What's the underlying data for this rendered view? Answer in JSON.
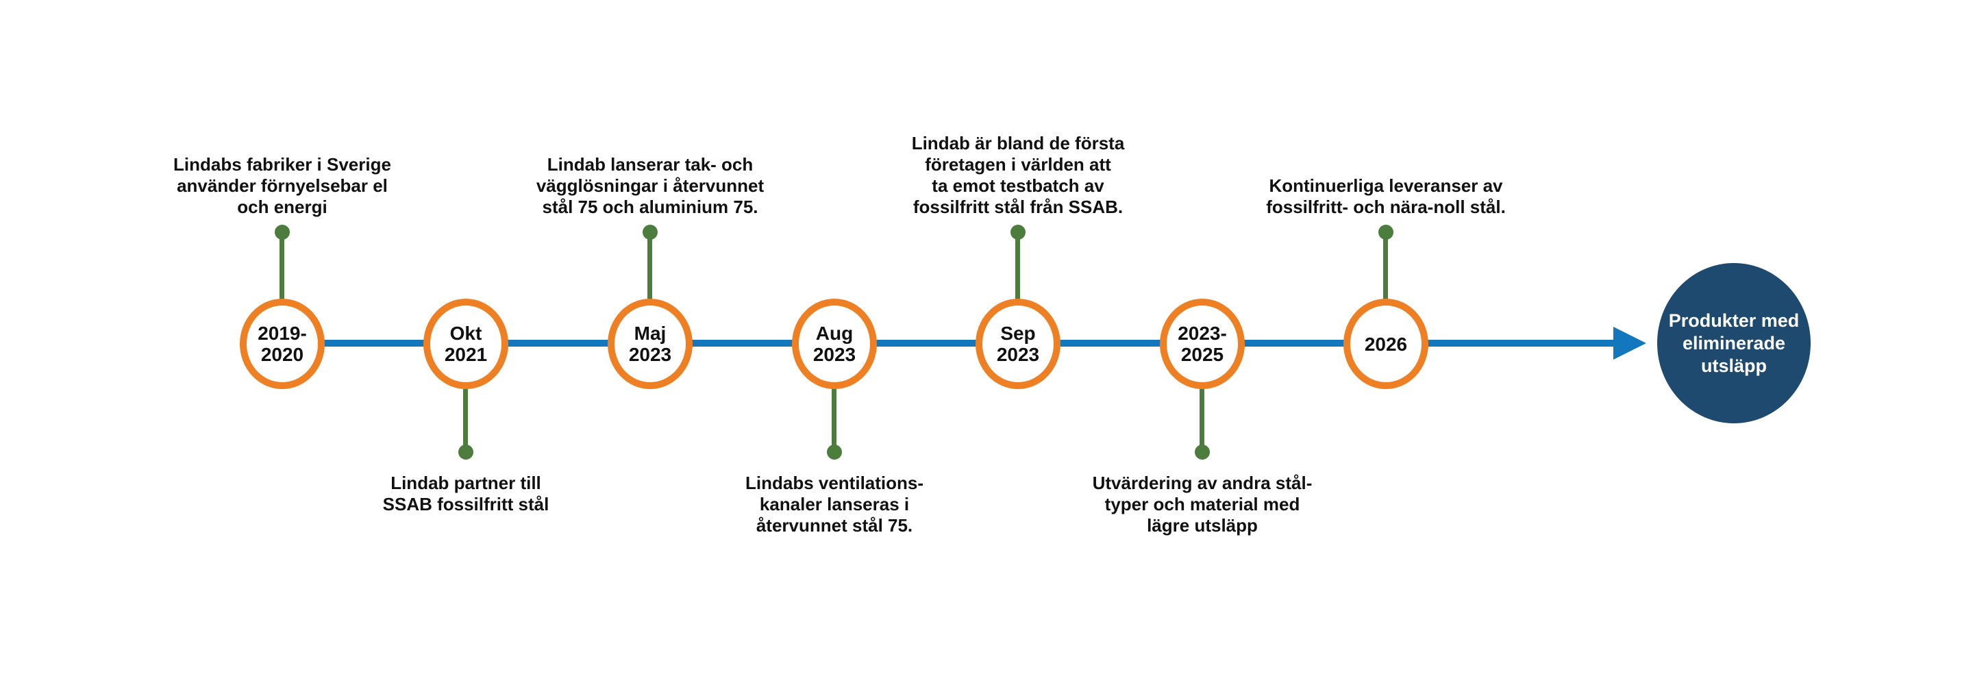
{
  "colors": {
    "ring_orange": "#EE8023",
    "connector_green": "#4C7D3C",
    "timeline_blue": "#1377BE",
    "end_navy": "#1D4A6E",
    "text_dark": "#111111",
    "text_light": "#FFFFFF"
  },
  "milestones": [
    {
      "date": "2019-\n2020",
      "side": "top",
      "label": "Lindabs fabriker i Sverige\nanvänder förnyelsebar el\noch energi"
    },
    {
      "date": "Okt\n2021",
      "side": "bottom",
      "label": "Lindab partner till\nSSAB fossilfritt stål"
    },
    {
      "date": "Maj\n2023",
      "side": "top",
      "label": "Lindab lanserar tak- och\nvägglösningar i återvunnet\nstål 75 och aluminium 75."
    },
    {
      "date": "Aug\n2023",
      "side": "bottom",
      "label": "Lindabs ventilations-\nkanaler lanseras i\nåtervunnet stål 75."
    },
    {
      "date": "Sep\n2023",
      "side": "top",
      "label": "Lindab är bland de första\nföretagen i världen att\nta emot testbatch av\nfossilfritt stål från SSAB."
    },
    {
      "date": "2023-\n2025",
      "side": "bottom",
      "label": "Utvärdering av andra stål-\ntyper och material med\nlägre utsläpp"
    },
    {
      "date": "2026",
      "side": "top",
      "label": "Kontinuerliga leveranser av\nfossilfritt- och nära-noll stål."
    }
  ],
  "end_node": {
    "label": "Produkter med\neliminerade\nutsläpp"
  }
}
